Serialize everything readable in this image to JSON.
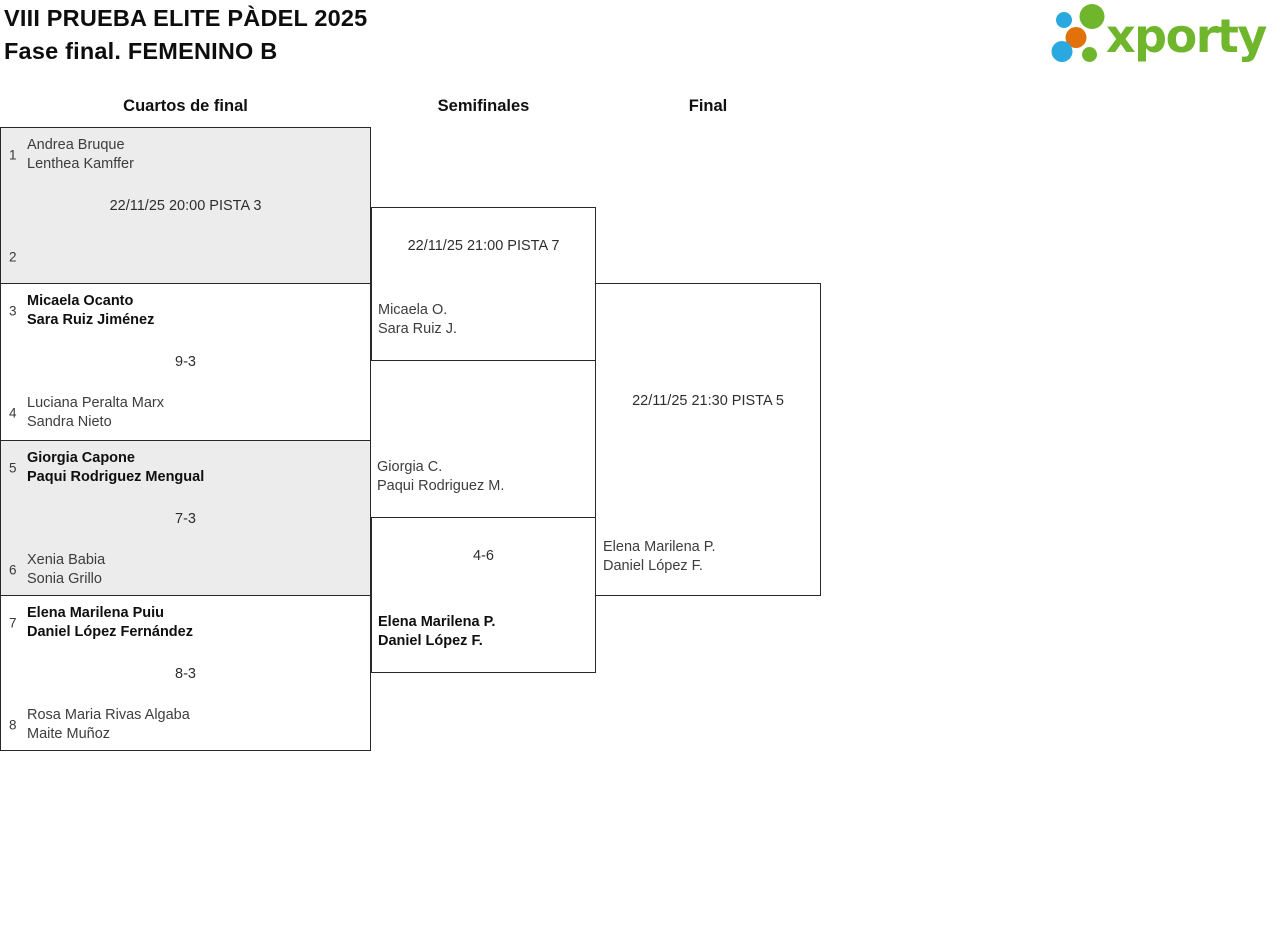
{
  "title": {
    "line1": "VIII PRUEBA ELITE PÀDEL 2025",
    "line2": "Fase final. FEMENINO B"
  },
  "logo": {
    "text": "xporty",
    "green": "#6fb62c",
    "blue": "#2aa9e0",
    "orange": "#e2710b"
  },
  "columns": {
    "quarterfinals": "Cuartos de final",
    "semifinals": "Semifinales",
    "final": "Final"
  },
  "bracket": {
    "quarterfinals": [
      {
        "seed_top": "1",
        "team_top": [
          "Andrea Bruque",
          "Lenthea Kamffer"
        ],
        "top_winner": false,
        "center": "22/11/25 20:00 PISTA 3",
        "seed_bottom": "2",
        "team_bottom": [
          "",
          ""
        ],
        "bottom_winner": false
      },
      {
        "seed_top": "3",
        "team_top": [
          "Micaela Ocanto",
          "Sara Ruiz Jiménez"
        ],
        "top_winner": true,
        "center": "9-3",
        "seed_bottom": "4",
        "team_bottom": [
          "Luciana Peralta Marx",
          "Sandra Nieto"
        ],
        "bottom_winner": false
      },
      {
        "seed_top": "5",
        "team_top": [
          "Giorgia Capone",
          "Paqui Rodriguez Mengual"
        ],
        "top_winner": true,
        "center": "7-3",
        "seed_bottom": "6",
        "team_bottom": [
          "Xenia Babia",
          "Sonia Grillo"
        ],
        "bottom_winner": false
      },
      {
        "seed_top": "7",
        "team_top": [
          "Elena Marilena Puiu",
          "Daniel López Fernández"
        ],
        "top_winner": true,
        "center": "8-3",
        "seed_bottom": "8",
        "team_bottom": [
          "Rosa Maria Rivas Algaba",
          "Maite Muñoz"
        ],
        "bottom_winner": false
      }
    ],
    "semifinals": [
      {
        "center": "22/11/25 21:00 PISTA 7",
        "team_bottom": [
          "Micaela O.",
          "Sara Ruiz J."
        ],
        "bottom_winner": false
      },
      {
        "center": "4-6",
        "team_top": [
          "Giorgia C.",
          "Paqui Rodriguez M."
        ],
        "top_winner": false,
        "team_bottom": [
          "Elena Marilena P.",
          "Daniel López F."
        ],
        "bottom_winner": true
      }
    ],
    "final": {
      "center": "22/11/25 21:30 PISTA 5",
      "team_bottom": [
        "Elena Marilena P.",
        "Daniel López F."
      ],
      "bottom_winner": false
    }
  }
}
